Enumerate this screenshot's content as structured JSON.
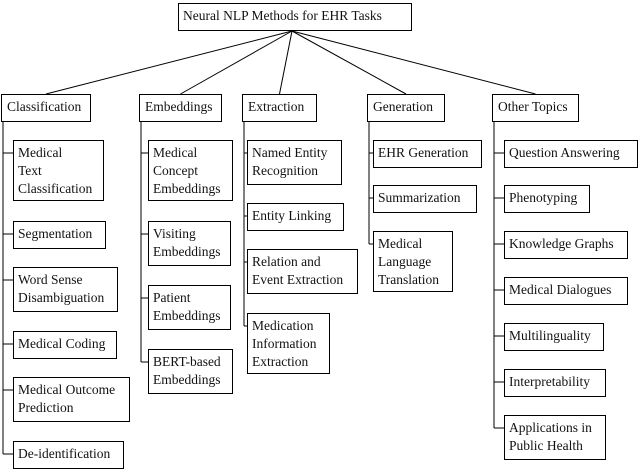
{
  "root": "Neural NLP Methods for EHR Tasks",
  "categories": [
    {
      "label": "Classification",
      "items": [
        "Medical\nText\nClassification",
        "Segmentation",
        "Word Sense\nDisambiguation",
        "Medical Coding",
        "Medical Outcome\nPrediction",
        "De-identification"
      ]
    },
    {
      "label": "Embeddings",
      "items": [
        "Medical\nConcept\nEmbeddings",
        "Visiting\nEmbeddings",
        "Patient\nEmbeddings",
        "BERT-based\nEmbeddings"
      ]
    },
    {
      "label": "Extraction",
      "items": [
        "Named Entity\nRecognition",
        "Entity Linking",
        "Relation and\nEvent Extraction",
        "Medication\nInformation\nExtraction"
      ]
    },
    {
      "label": "Generation",
      "items": [
        "EHR Generation",
        "Summarization",
        "Medical\nLanguage\nTranslation"
      ]
    },
    {
      "label": "Other Topics",
      "items": [
        "Question Answering",
        "Phenotyping",
        "Knowledge Graphs",
        "Medical Dialogues",
        "Multilinguality",
        "Interpretability",
        "Applications in\nPublic Health"
      ]
    }
  ]
}
